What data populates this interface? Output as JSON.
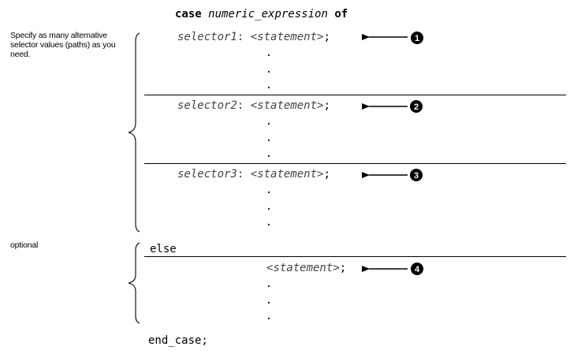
{
  "header": {
    "keyword_case": "case",
    "expression": "numeric_expression",
    "keyword_of": "of"
  },
  "notes": {
    "selectors": "Specify as many alternative selector values (paths) as you need.",
    "optional": "optional"
  },
  "branches": [
    {
      "selector": "selector1",
      "colon": ":",
      "statement": "<statement>",
      "semicolon": ";",
      "callout": "1"
    },
    {
      "selector": "selector2",
      "colon": ":",
      "statement": "<statement>",
      "semicolon": ";",
      "callout": "2"
    },
    {
      "selector": "selector3",
      "colon": ":",
      "statement": "<statement>",
      "semicolon": ";",
      "callout": "3"
    }
  ],
  "else_branch": {
    "keyword": "else",
    "statement": "<statement>",
    "semicolon": ";",
    "callout": "4"
  },
  "footer": {
    "keyword": "end_case;"
  },
  "dot": "."
}
